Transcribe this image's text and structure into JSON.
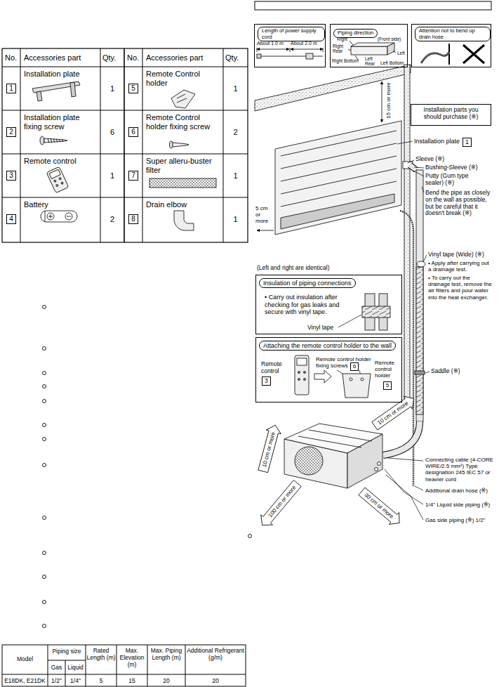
{
  "diagram": {
    "nodes": [
      {
        "text": [
          "Length of power supply cord"
        ]
      },
      {
        "text": [
          "Piping direction"
        ]
      },
      {
        "text": [
          "Attention not to bend up drain hose"
        ]
      },
      {
        "text": [
          "Installation parts you should purchase (※)"
        ]
      },
      {
        "text": [
          "Insulation of piping connections",
          "• Carry out insulation after checking for gas leaks and secure with vinyl tape."
        ]
      },
      {
        "text": [
          "Attaching the remote control holder to the wall"
        ]
      }
    ],
    "labels": [
      "No.",
      "Accessories part",
      "Qty.",
      "No.",
      "Accessories part",
      "Qty.",
      "1",
      "Installation plate",
      "1",
      "5",
      "Remote Control holder",
      "1",
      "2",
      "Installation plate fixing screw",
      "6",
      "6",
      "Remote Control holder fixing screw",
      "2",
      "3",
      "Remote control",
      "1",
      "7",
      "Super alleru-buster filter",
      "1",
      "4",
      "Battery",
      "2",
      "8",
      "Drain elbow",
      "1",
      "Model",
      "Piping size",
      "Gas",
      "Liquid",
      "Rated Length (m)",
      "Max. Elevation (m)",
      "Max. Piping Length (m)",
      "Additional Refrigerant (g/m)",
      "E18DK, E21DK",
      "1/2\"",
      "1/4\"",
      "5",
      "15",
      "20",
      "20",
      "About 1.0 m",
      "About 2.0 m",
      "Right",
      "(Front side)",
      "Right Rear",
      "Right Bottom",
      "Left Rear",
      "Left",
      "Left Bottom",
      "Installation plate",
      "1",
      "Sleeve (※)",
      "Bushing-Sleeve (※)",
      "Putty (Gum type sealer) (※)",
      "Bend the pipe as closely on the wall as possible, but be careful that it doesn't break (※)",
      "15 cm or more",
      "5 cm or more",
      "Vinyl tape (Wide) (※)",
      "• Apply after carrying out a drainage test.",
      "• To carry out the drainage test, remove the air filters and pour water into the heat exchanger.",
      "(Left and right are identical)",
      "Vinyl tape",
      "Remote control holder fixing screws",
      "6",
      "Remote control",
      "3",
      "Remote control holder",
      "5",
      "Saddle (※)",
      "10 cm or more",
      "10 cm or more",
      "100 cm or more",
      "30 cm or more",
      "Connecting cable (4-CORE WIRE/2.5 mm²) Type designation 245 IEC 57 or heavier cord",
      "Additional drain hose (※)",
      "1/4\" Liquid side piping (※)",
      "Gas side piping (※) 1/2\""
    ]
  }
}
